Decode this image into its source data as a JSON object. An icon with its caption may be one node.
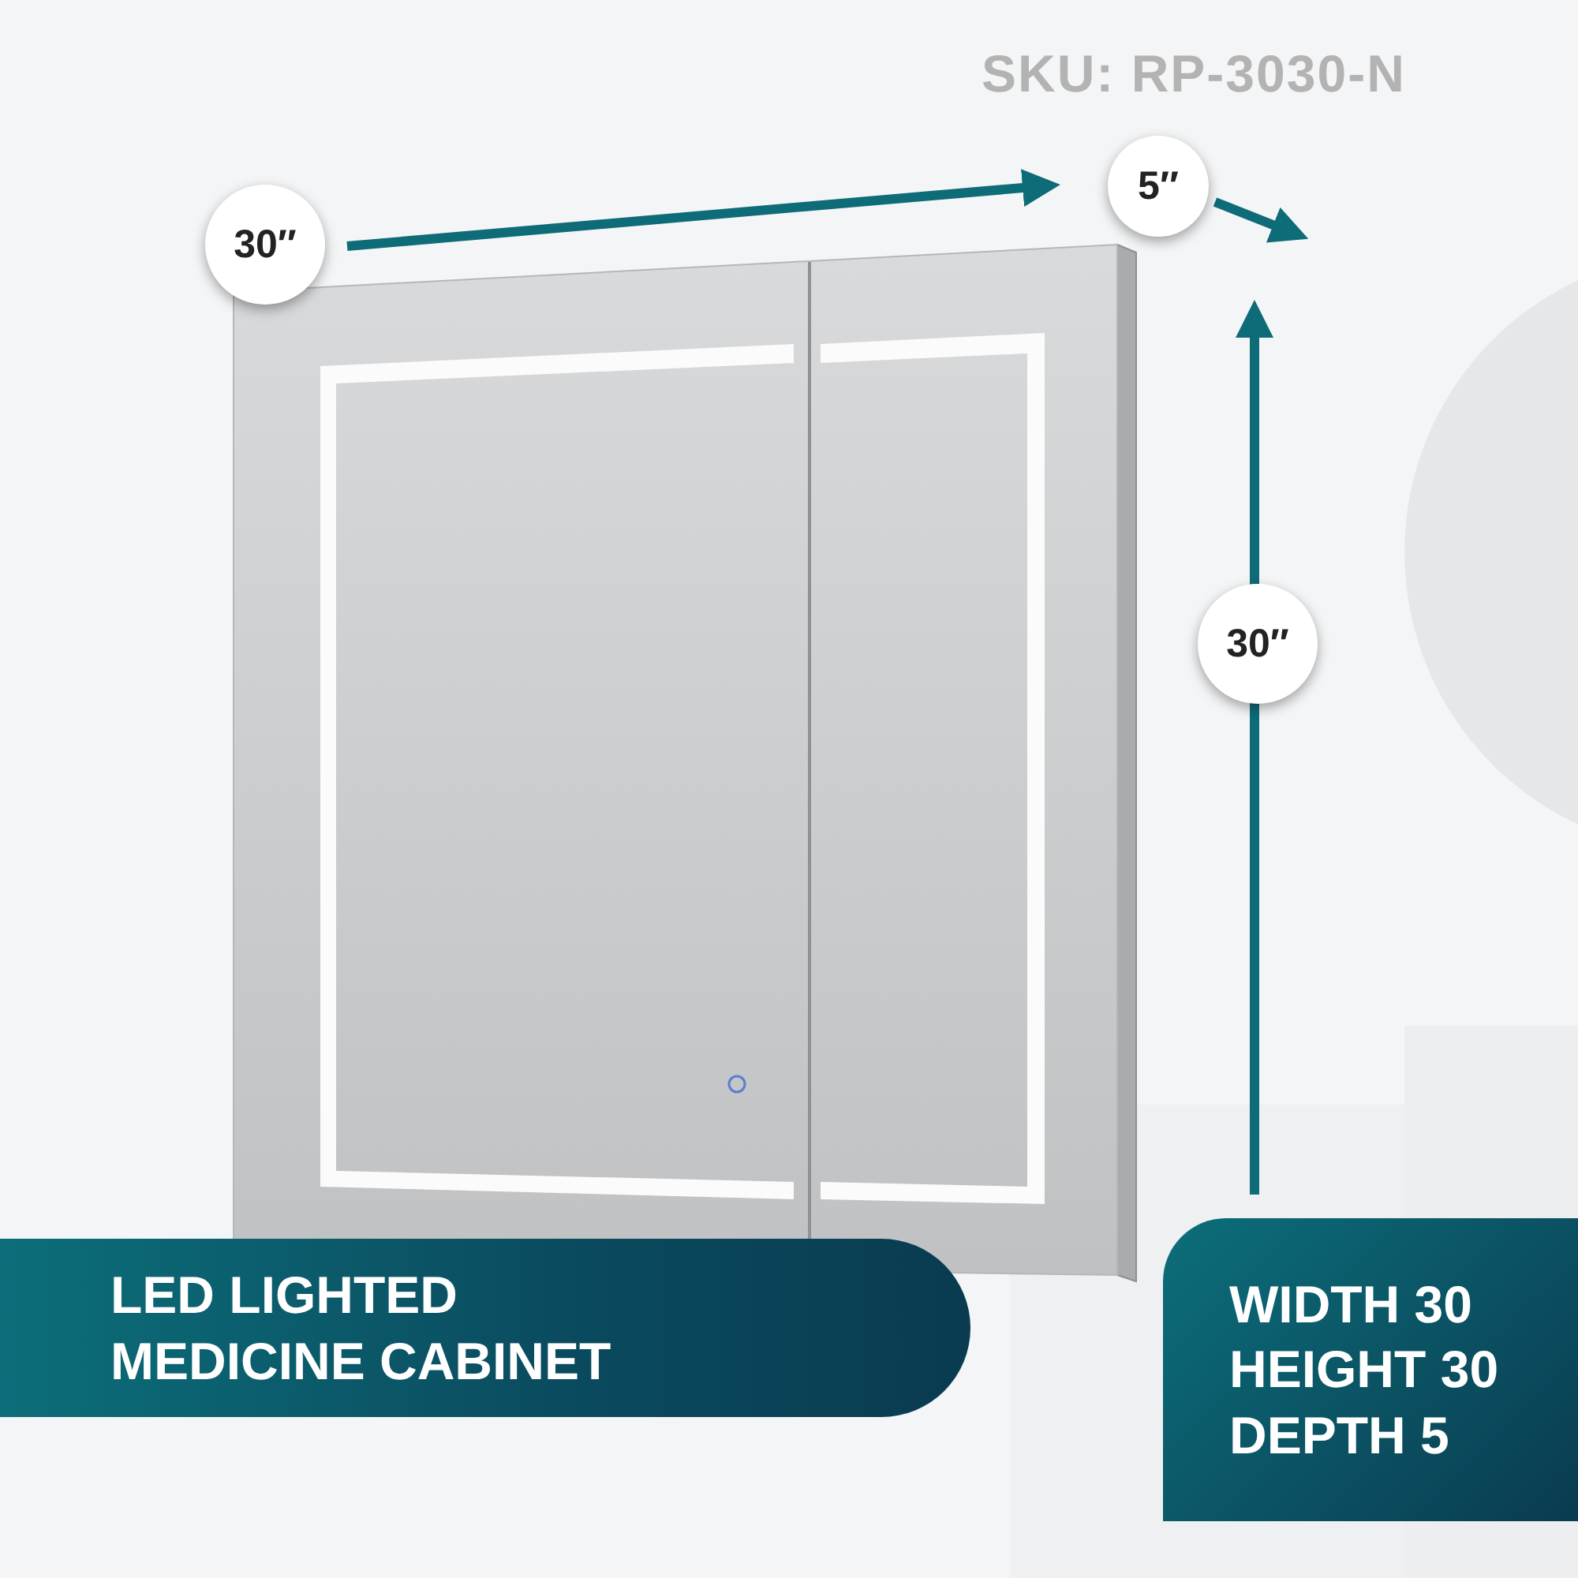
{
  "diagram": {
    "nodes": [
      {
        "text": [
          "30″"
        ]
      },
      {
        "text": [
          "5″"
        ]
      },
      {
        "text": [
          "30″"
        ]
      },
      {
        "text": [
          "LED LIGHTED MEDICINE CABINET"
        ]
      },
      {
        "text": [
          "WIDTH 30 HEIGHT 30 DEPTH 5"
        ]
      }
    ],
    "labels": [
      "SKU: RP-3030-N"
    ]
  }
}
